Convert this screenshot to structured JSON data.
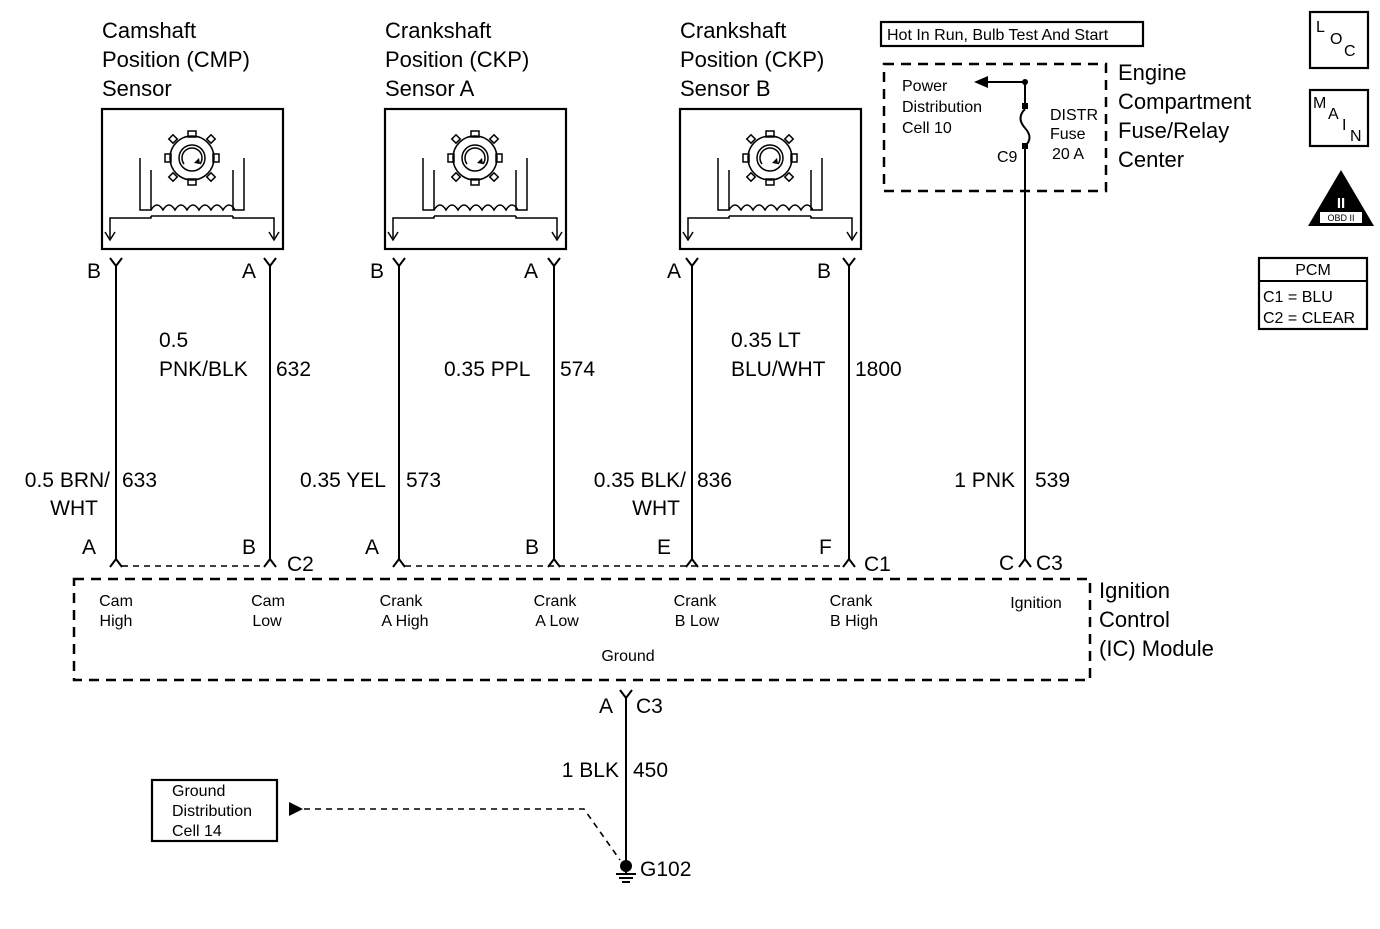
{
  "sensors": [
    {
      "title_line1": "Camshaft",
      "title_line2": "Position (CMP)",
      "title_line3": "Sensor",
      "left_pin": "B",
      "right_pin": "A"
    },
    {
      "title_line1": "Crankshaft",
      "title_line2": "Position (CKP)",
      "title_line3": "Sensor A",
      "left_pin": "B",
      "right_pin": "A"
    },
    {
      "title_line1": "Crankshaft",
      "title_line2": "Position (CKP)",
      "title_line3": "Sensor B",
      "left_pin": "A",
      "right_pin": "B"
    }
  ],
  "wires": {
    "w632": {
      "color_line1": "0.5",
      "color_line2": "PNK/BLK",
      "circuit": "632"
    },
    "w574": {
      "color": "0.35 PPL",
      "circuit": "574"
    },
    "w1800": {
      "color_line1": "0.35 LT",
      "color_line2": "BLU/WHT",
      "circuit": "1800"
    },
    "w633": {
      "color_line1": "0.5 BRN/",
      "color_line2": "WHT",
      "circuit": "633"
    },
    "w573": {
      "color": "0.35 YEL",
      "circuit": "573"
    },
    "w836": {
      "color_line1": "0.35 BLK/",
      "color_line2": "WHT",
      "circuit": "836"
    },
    "w539": {
      "color": "1 PNK",
      "circuit": "539"
    },
    "w450": {
      "color": "1 BLK",
      "circuit": "450"
    }
  },
  "fuse_block": {
    "header": "Hot In Run, Bulb Test And Start",
    "power_line1": "Power",
    "power_line2": "Distribution",
    "power_line3": "Cell 10",
    "fuse_line1": "DISTR",
    "fuse_line2": "Fuse",
    "fuse_line3": "20 A",
    "cavity": "C9",
    "name_line1": "Engine",
    "name_line2": "Compartment",
    "name_line3": "Fuse/Relay",
    "name_line4": "Center"
  },
  "connectors": {
    "pin_cam_high": "A",
    "pin_cam_low": "B",
    "c2": "C2",
    "pin_crank_a_high": "A",
    "pin_crank_a_low": "B",
    "pin_crank_b_low": "E",
    "pin_crank_b_high": "F",
    "c1": "C1",
    "pin_ignition": "C",
    "c3": "C3",
    "pin_ground": "A",
    "c3_ground": "C3"
  },
  "module": {
    "name_line1": "Ignition",
    "name_line2": "Control",
    "name_line3": "(IC) Module",
    "terminals": [
      {
        "line1": "Cam",
        "line2": "High"
      },
      {
        "line1": "Cam",
        "line2": "Low"
      },
      {
        "line1": "Crank",
        "line2": "A High"
      },
      {
        "line1": "Crank",
        "line2": "A Low"
      },
      {
        "line1": "Crank",
        "line2": "B Low"
      },
      {
        "line1": "Crank",
        "line2": "B High"
      }
    ],
    "ignition_label": "Ignition",
    "ground_label": "Ground"
  },
  "ground": {
    "ref_line1": "Ground",
    "ref_line2": "Distribution",
    "ref_line3": "Cell 14",
    "point": "G102"
  },
  "legend": {
    "loc": {
      "l": "L",
      "o": "O",
      "c": "C"
    },
    "main": {
      "m": "M",
      "a": "A",
      "i": "I",
      "n": "N"
    },
    "obd_numeral": "II",
    "obd_text": "OBD II",
    "pcm_title": "PCM",
    "pcm_c1": "C1 = BLU",
    "pcm_c2": "C2 = CLEAR"
  },
  "icons": [
    "reluctor-sensor-icon",
    "fuse-icon",
    "ground-symbol-icon",
    "arrow-icon",
    "connector-icon"
  ]
}
